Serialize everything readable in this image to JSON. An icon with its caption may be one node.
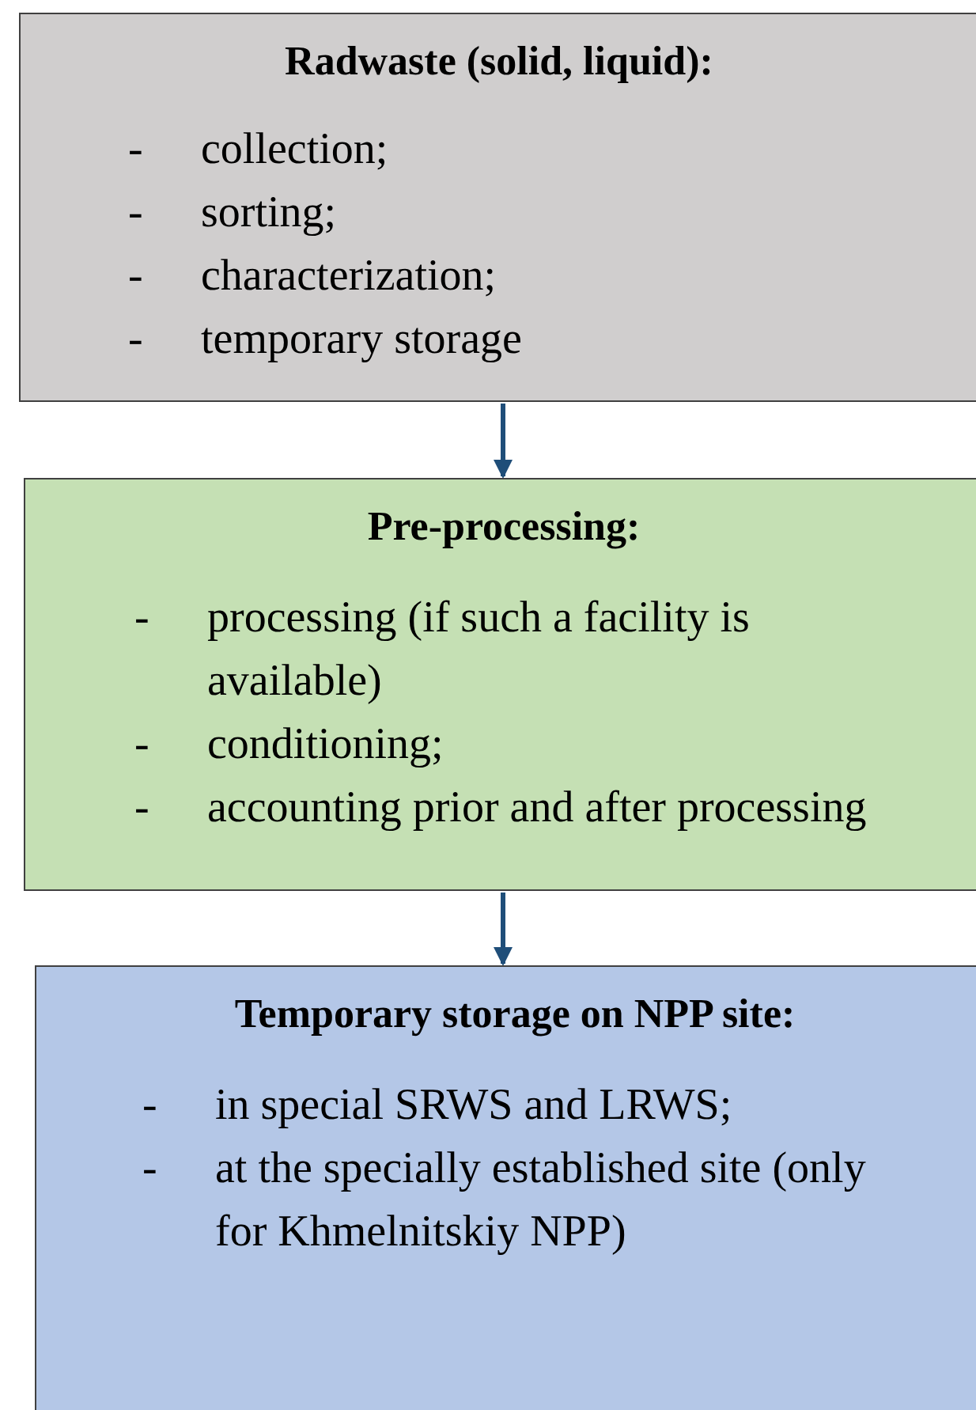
{
  "diagram": {
    "nodes": [
      {
        "text": [
          "Radwaste (solid, liquid):",
          "-",
          "collection;",
          "-",
          "sorting;",
          "-",
          "characterization;",
          "-",
          "temporary storage"
        ]
      },
      {
        "text": [
          "Pre-processing:",
          "-",
          "processing (if such a facility is available)",
          "-",
          "conditioning;",
          "-",
          "accounting prior and after processing"
        ]
      },
      {
        "text": [
          "Temporary storage on NPP site:",
          "-",
          "in special SRWS and LRWS;",
          "-",
          "at the specially established site (only for Khmelnitskiy NPP)"
        ]
      }
    ],
    "edges": [
      {
        "from": 0,
        "to": 1,
        "arrow": "to"
      },
      {
        "from": 1,
        "to": 2,
        "arrow": "to"
      }
    ]
  }
}
